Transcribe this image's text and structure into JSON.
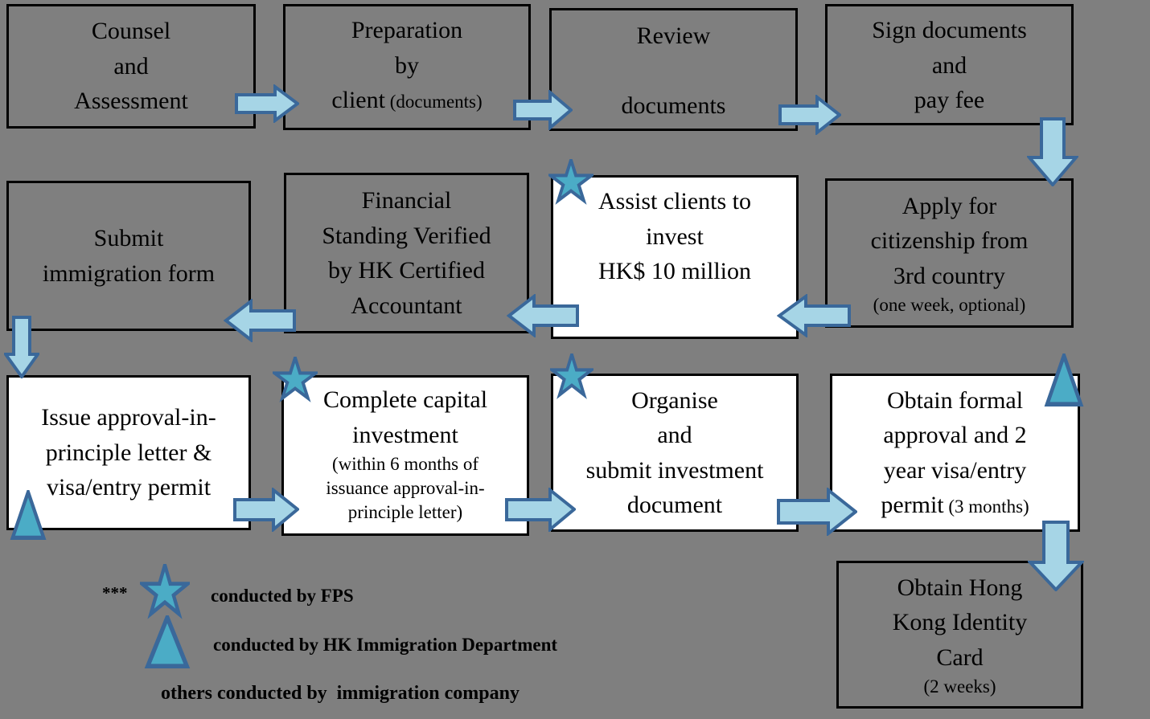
{
  "colors": {
    "background": "#7f7f7f",
    "box_gray": "#7f7f7f",
    "box_white": "#ffffff",
    "box_border": "#000000",
    "arrow_fill": "#a6d5e6",
    "arrow_stroke": "#3a689a",
    "marker_fill": "#4bacc6",
    "marker_stroke": "#3a689a",
    "text": "#000000"
  },
  "boxes": {
    "counsel": {
      "title": "Counsel\nand\nAssessment"
    },
    "preparation": {
      "title": "Preparation\nby\nclient",
      "suffix": " (documents)"
    },
    "review": {
      "title": "Review\n\ndocuments"
    },
    "sign": {
      "title": "Sign documents\nand\npay fee"
    },
    "submit_form": {
      "title": "Submit\nimmigration form"
    },
    "financial": {
      "title": "Financial\nStanding Verified\nby HK Certified\nAccountant"
    },
    "assist_invest": {
      "title": "Assist clients to\ninvest\nHK$ 10 million"
    },
    "apply_citizenship": {
      "title": "Apply for\ncitizenship from\n3rd country",
      "note": "(one week, optional)"
    },
    "issue_approval": {
      "title": "Issue approval-in-\nprinciple letter &\nvisa/entry permit"
    },
    "complete_investment": {
      "title": "Complete capital\ninvestment",
      "note": "(within 6 months of\nissuance approval-in-\nprinciple letter)"
    },
    "organise": {
      "title": "Organise\nand\nsubmit investment\ndocument"
    },
    "formal_approval": {
      "title": "Obtain formal\napproval and 2\nyear visa/entry\npermit",
      "suffix": " (3 months)"
    },
    "hk_id": {
      "title": "Obtain Hong\nKong Identity\nCard",
      "note": "(2 weeks)"
    }
  },
  "legend": {
    "stars_note": "***",
    "star_label": "conducted by FPS",
    "triangle_label": "conducted by HK Immigration Department",
    "others_label": "others conducted by  immigration company"
  }
}
